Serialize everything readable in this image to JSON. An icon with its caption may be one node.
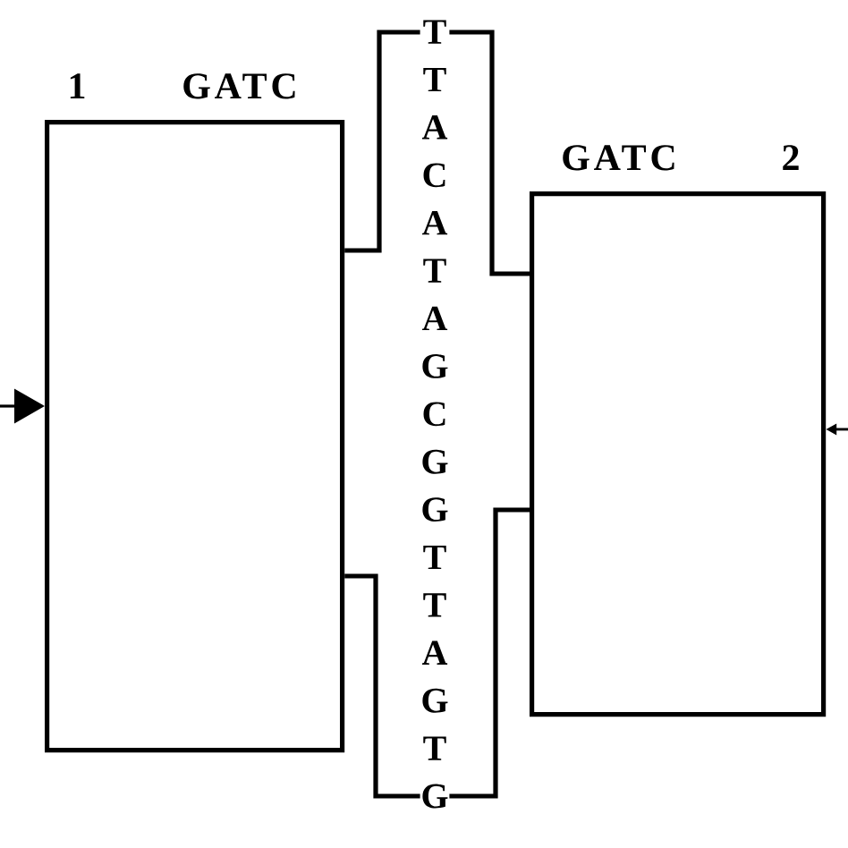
{
  "diagram": {
    "nodes": [
      {
        "text": [
          "1",
          "GATC"
        ]
      },
      {
        "text": [
          "GATC",
          "2"
        ]
      },
      {
        "text": [
          "T T A C A T A G C G G T T A G T G"
        ]
      }
    ],
    "edges": [
      {
        "from": 0,
        "to": 2,
        "arrow": "none"
      },
      {
        "from": 0,
        "to": 2,
        "arrow": "none"
      },
      {
        "from": 1,
        "to": 2,
        "arrow": "none"
      },
      {
        "from": 1,
        "to": 2,
        "arrow": "none"
      },
      {
        "from": null,
        "to": 0,
        "arrow": "to"
      },
      {
        "from": null,
        "to": 1,
        "arrow": "to"
      }
    ]
  }
}
